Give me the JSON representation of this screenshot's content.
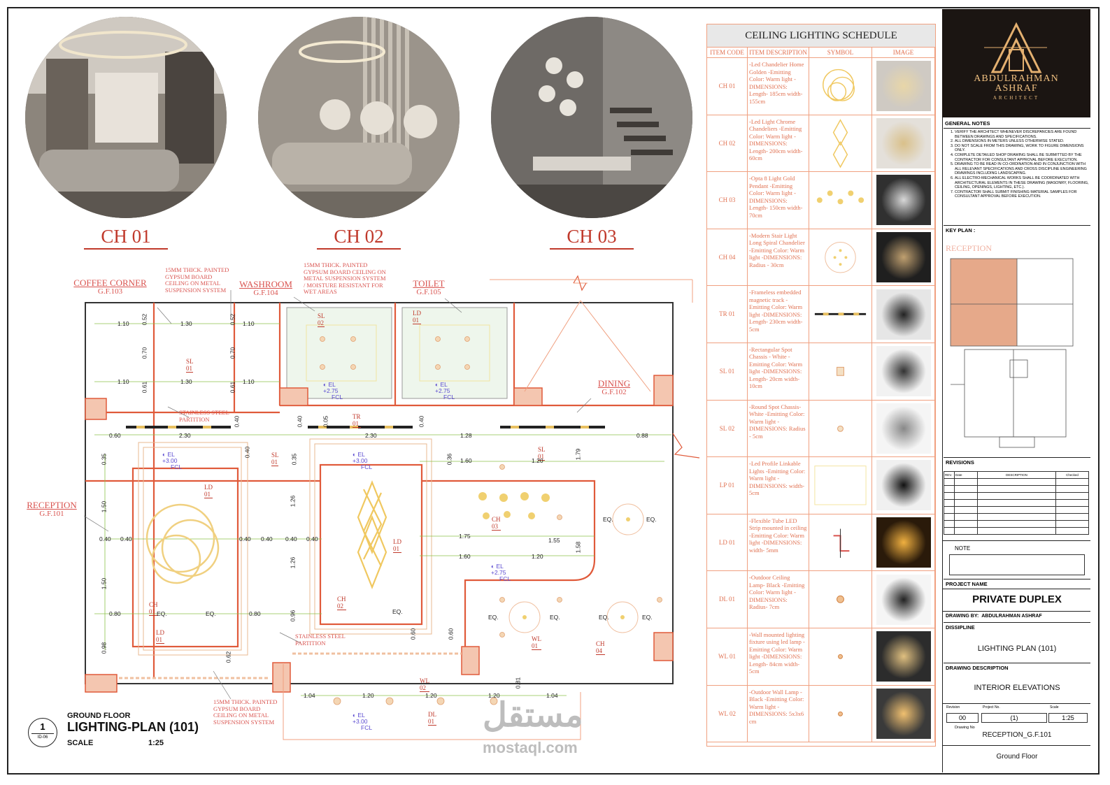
{
  "renders": [
    {
      "label": "CH 01"
    },
    {
      "label": "CH 02"
    },
    {
      "label": "CH 03"
    }
  ],
  "rooms": {
    "coffee": {
      "name": "COFFEE CORNER",
      "code": "G.F.103"
    },
    "washroom": {
      "name": "WASHROOM",
      "code": "G.F.104"
    },
    "toilet": {
      "name": "TOILET",
      "code": "G.F.105"
    },
    "dining": {
      "name": "DINING",
      "code": "G.F.102"
    },
    "reception": {
      "name": "RECEPTION",
      "code": "G.F.101"
    }
  },
  "notes": {
    "gypsum1": "15MM THICK. PAINTED GYPSUM BOARD CEILING ON METAL SUSPENSION SYSTEM",
    "gypsum_wet": "15MM THICK. PAINTED GYPSUM BOARD CEILING ON METAL SUSPENSION SYSTEM / MOISTURE RESISTANT FOR WET AREAS",
    "partition1": "STAINLESS STEEL PARTITION",
    "partition2": "STAINLESS STEEL PARTITION",
    "gypsum_bottom": "15MM THICK. PAINTED GYPSUM BOARD CEILING ON METAL SUSPENSION SYSTEM"
  },
  "tags": {
    "sl01a": "SL 01",
    "sl02": "SL 02",
    "ld01a": "LD 01",
    "tr01": "TR 01",
    "sl01b": "SL 01",
    "sl01c": "SL 01",
    "ld01b": "LD 01",
    "ld01c": "LD 01",
    "ch03": "CH 03",
    "ch01": "CH 01",
    "ch02": "CH 02",
    "ld01d": "LD 01",
    "wl01": "WL 01",
    "ch04": "CH 04",
    "wl02": "WL 02",
    "dl01": "DL 01"
  },
  "levels": {
    "el275a": "EL +2.75",
    "el275b": "EL +2.75",
    "el300a": "EL +3.00",
    "el300b": "EL +3.00",
    "el275c": "EL +2.75",
    "el300c": "EL +3.00",
    "fcl": "FCL"
  },
  "dims": {
    "d110a": "1.10",
    "d052a": "0.52",
    "d130a": "1.30",
    "d052b": "0.52",
    "d110b": "1.10",
    "d070a": "0.70",
    "d070b": "0.70",
    "d110c": "1.10",
    "d061a": "0.61",
    "d130b": "1.30",
    "d061b": "0.61",
    "d110d": "1.10",
    "d060": "0.60",
    "d230a": "2.30",
    "d040a": "0.40",
    "d040b": "0.40",
    "d005": "0.05",
    "d230b": "2.30",
    "d040c": "0.40",
    "d128": "1.28",
    "d088": "0.88",
    "d035a": "0.35",
    "d040d": "0.40",
    "d035b": "0.35",
    "d036": "0.36",
    "d160a": "1.60",
    "d120a": "1.20",
    "d179": "1.79",
    "d150a": "1.50",
    "d126a": "1.26",
    "d040e": "0.40",
    "d040f": "0.40",
    "d040g": "0.40",
    "d040h": "0.40",
    "d040i": "0.40",
    "d040j": "0.40",
    "d175": "1.75",
    "d155": "1.55",
    "d160b": "1.60",
    "d120b": "1.20",
    "d158": "1.58",
    "d150b": "1.50",
    "d126b": "1.26",
    "d080a": "0.80",
    "d080b": "0.80",
    "d096": "0.96",
    "d098": "0.98",
    "d062": "0.62",
    "d060b": "0.60",
    "d060c": "0.60",
    "d104a": "1.04",
    "d120c": "1.20",
    "d120d": "1.20",
    "d120e": "1.20",
    "d104b": "1.04",
    "d081": "0.81",
    "eq": "EQ."
  },
  "plan_title": {
    "number": "1",
    "sheet_ref": "ID-06",
    "floor": "GROUND FLOOR",
    "title": "LIGHTING-PLAN (101)",
    "scale_label": "SCALE",
    "scale_value": "1:25"
  },
  "schedule": {
    "title": "CEILING LIGHTING SCHEDULE",
    "headers": [
      "ITEM CODE",
      "ITEM DESCRIPTION",
      "SYMBOL",
      "IMAGE"
    ],
    "rows": [
      {
        "code": "CH 01",
        "desc": "-Led Chandelier Home Golden -Emitting Color: Warm light -DIMENSIONS: Length- 185cm width- 155cm"
      },
      {
        "code": "CH 02",
        "desc": "-Led Light Chrome Chandeliers -Emitting Color: Warm light -DIMENSIONS: Length- 200cm width- 60cm"
      },
      {
        "code": "CH 03",
        "desc": "-Opta 8 Light Gold Pendant -Emitting Color: Warm light -DIMENSIONS: Length- 150cm width- 70cm"
      },
      {
        "code": "CH 04",
        "desc": "-Modern Stair Light Long Spiral Chandelier -Emitting Color: Warm light -DIMENSIONS: Radius - 30cm"
      },
      {
        "code": "TR 01",
        "desc": "-Frameless embedded magnetic track -Emitting Color: Warm light -DIMENSIONS: Length- 230cm width- 5cm"
      },
      {
        "code": "SL 01",
        "desc": "-Rectangular Spot Chassis - White -Emitting Color: Warm light -DIMENSIONS: Length- 20cm width- 10cm"
      },
      {
        "code": "SL 02",
        "desc": "-Round Spot Chassis- White -Emitting Color: Warm light -DIMENSIONS: Radius - 5cm"
      },
      {
        "code": "LP 01",
        "desc": "-Led Profile Linkable Lights -Emitting Color: Warm light -DIMENSIONS: width- 5cm"
      },
      {
        "code": "LD 01",
        "desc": "-Flexible Tube LED Strip mounted in ceiling -Emitting Color: Warm light -DIMENSIONS: width- 5mm"
      },
      {
        "code": "DL 01",
        "desc": "-Outdoor Ceiling Lamp- Black -Emitting Color: Warm light -DIMENSIONS: Radius- 7cm"
      },
      {
        "code": "WL 01",
        "desc": "-Wall mounted lighting fixture using led lamp -Emitting Color: Warm light -DIMENSIONS: Length- 84cm width- 5cm"
      },
      {
        "code": "WL 02",
        "desc": "-Outdoor Wall Lamp - Black -Emitting Color: Warm light -DIMENSIONS: 5x3x6 cm"
      }
    ]
  },
  "titleblock": {
    "logo_name_1": "ABDULRAHMAN",
    "logo_name_2": "ASHRAF",
    "logo_sub": "ARCHITECT",
    "general_notes_title": "GENERAL NOTES",
    "general_notes": [
      "VERIFY THE ARCHITECT WHENEVER DISCREPANCIES ARE FOUND BETWEEN DRAWINGS AND SPECIFICATIONS.",
      "ALL DIMENSIONS IN METERS UNLESS OTHERWISE STATED.",
      "DO NOT SCALE FROM THIS DRAWING, WORK TO FIGURE DIMENSIONS ONLY.",
      "COMPLETE DETAILED SHOP DRAWING SHALL BE SUBMITTED BY THE CONTRACTOR FOR CONSULTANT APPROVAL BEFORE EXECUTION.",
      "DRAWING TO BE READ IN CO-ORDINATION AND IN CONJUNCTION WITH ALL RELEVANT SPECIFICATIONS AND CROSS DISCIPLINE ENGINEERING DRAWINGS INCLUDING LANDSCAPING.",
      "ALL ELECTRO-MECHANICAL WORKS SHALL BE COORDINATED WITH ARCHITECTURAL ELEMENTS IN THESE DRAWING (MASONRY, FLOORING, CEILING, OPENINGS, LIGHTING, ETC.).",
      "CONTRACTOR SHALL SUBMIT FINISHING MATERIAL SAMPLES FOR CONSULTANT APPROVAL BEFORE EXECUTION."
    ],
    "key_plan_title": "KEY PLAN :",
    "key_plan_label": "RECEPTION",
    "revisions_title": "REVISIONS",
    "rev_headers": [
      "REV.",
      "Date",
      "DESCRIPTION",
      "Checked"
    ],
    "note_title": "NOTE",
    "project_name_title": "PROJECT NAME",
    "project_name": "PRIVATE DUPLEX",
    "drawing_by_title": "DRAWING BY:",
    "drawing_by": "ABDULRAHMAN ASHRAF",
    "discipline_title": "DISSIPLINE",
    "discipline": "LIGHTING PLAN (101)",
    "drawing_desc_title": "DRAWING DESCRIPTION",
    "drawing_desc": "INTERIOR ELEVATIONS",
    "revision_label": "Revision",
    "project_no_label": "Project No.",
    "scale_label": "Scale",
    "revision_value": "00",
    "project_no_value": "(1)",
    "scale_value": "1:25",
    "drawing_no_label": "Drawing No",
    "drawing_no_value": "RECEPTION_G.F.101",
    "floor": "Ground Floor"
  },
  "watermark": {
    "arabic": "مستقل",
    "latin": "mostaql.com"
  },
  "colors": {
    "red": "#d9534f",
    "orange": "#e07050",
    "gold": "#e8c060",
    "wall": "#e05a3a"
  }
}
